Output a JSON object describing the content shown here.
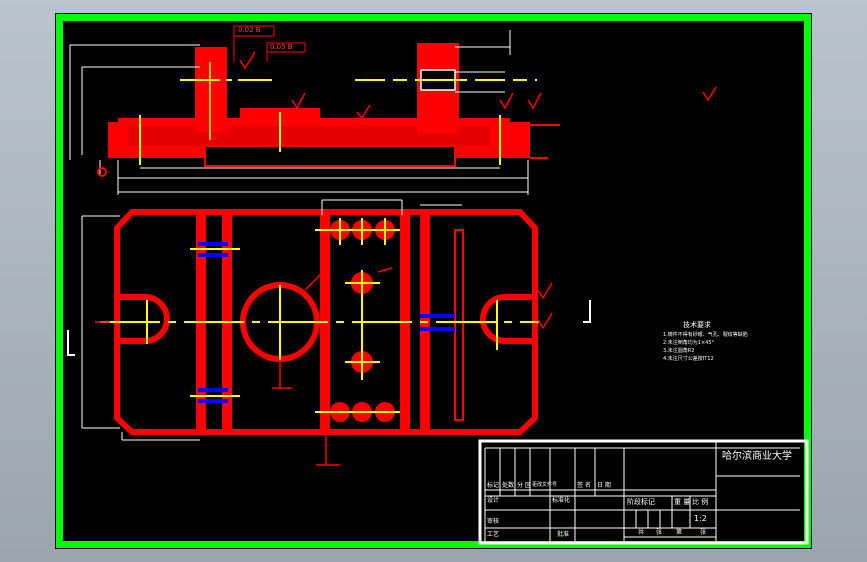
{
  "title_block": {
    "university": "哈尔滨商业大学",
    "scale": "1:2",
    "row_labels": [
      "标记",
      "处数",
      "分 区",
      "更改文件号",
      "签 名",
      "日 期"
    ],
    "stage_row": [
      "阶段标记",
      "重 量",
      "比 例"
    ],
    "sheet_row": [
      "共",
      "张",
      "第",
      "张"
    ],
    "left_labels": [
      "设计",
      "审核",
      "工艺"
    ],
    "standardization": "标准化",
    "approve": "批准"
  },
  "tech_requirements": {
    "heading": "技术要求",
    "items": [
      "1.铸件不得有砂眼、气孔、裂纹等缺陷",
      "2.未注倒角均为1×45°",
      "3.未注圆角R2",
      "4.未注尺寸公差按IT12"
    ]
  },
  "tolerance_frames": [
    "0.02 B",
    "0.05 B"
  ],
  "colors": {
    "background": "#000000",
    "border": "#00ff00",
    "part": "#ff0000",
    "centerline": "#ffff00",
    "dimension": "#ffffff",
    "highlight": "#0000ff"
  }
}
